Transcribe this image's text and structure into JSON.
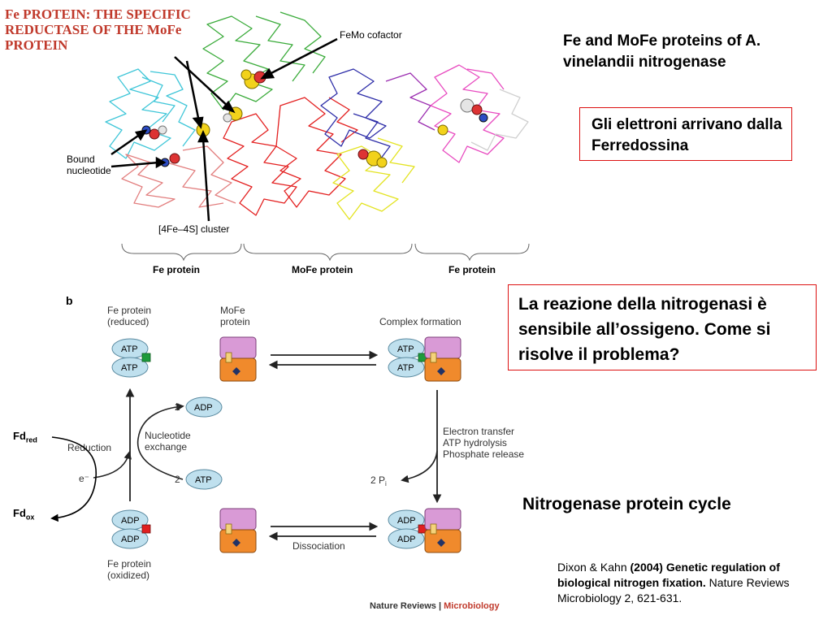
{
  "title": "Fe PROTEIN: THE SPECIFIC REDUCTASE OF THE MoFe PROTEIN",
  "caption": "Fe and MoFe proteins of A. vinelandii nitrogenase",
  "box1": "Gli elettroni arrivano dalla Ferredossina",
  "box2": "La reazione della nitrogenasi è sensibile all’ossigeno. Come si risolve il problema?",
  "cycle_title": "Nitrogenase protein cycle",
  "reference": {
    "authors": "Dixon & Kahn ",
    "bold": "(2004) Genetic regulation of biological nitrogen fixation.",
    "rest": " Nature Reviews Microbiology 2, 621-631."
  },
  "fd_red": {
    "main": "Fd",
    "sub": "red"
  },
  "fd_ox": {
    "main": "Fd",
    "sub": "ox"
  },
  "structure": {
    "femo_cofactor": "FeMo cofactor",
    "bound_nucleotide_1": "Bound",
    "bound_nucleotide_2": "nucleotide",
    "cluster": "[4Fe–4S] cluster",
    "fe_protein_left": "Fe protein",
    "mofe_protein": "MoFe protein",
    "fe_protein_right": "Fe protein"
  },
  "cycle": {
    "panel": "b",
    "fe_reduced_1": "Fe protein",
    "fe_reduced_2": "(reduced)",
    "mofe_1": "MoFe",
    "mofe_2": "protein",
    "complex_formation": "Complex formation",
    "atp": "ATP",
    "adp": "ADP",
    "two": "2",
    "reduction": "Reduction",
    "nucleotide_1": "Nucleotide",
    "nucleotide_2": "exchange",
    "electron": "e⁻",
    "et_1": "Electron transfer",
    "et_2": "ATP hydrolysis",
    "et_3": "Phosphate release",
    "pi_pre": "2 P",
    "pi_sub": "i",
    "dissociation": "Dissociation",
    "fe_oxidized_1": "Fe protein",
    "fe_oxidized_2": "(oxidized)",
    "journal_1": "Nature Reviews",
    "journal_sep": " | ",
    "journal_2": "Microbiology"
  },
  "colors": {
    "accent_red": "#c0392b",
    "box_border": "#dd1111",
    "mofe_pink": "#d99ad6",
    "mofe_orange": "#f08a2c",
    "fe_blue": "#bfe0ee"
  }
}
